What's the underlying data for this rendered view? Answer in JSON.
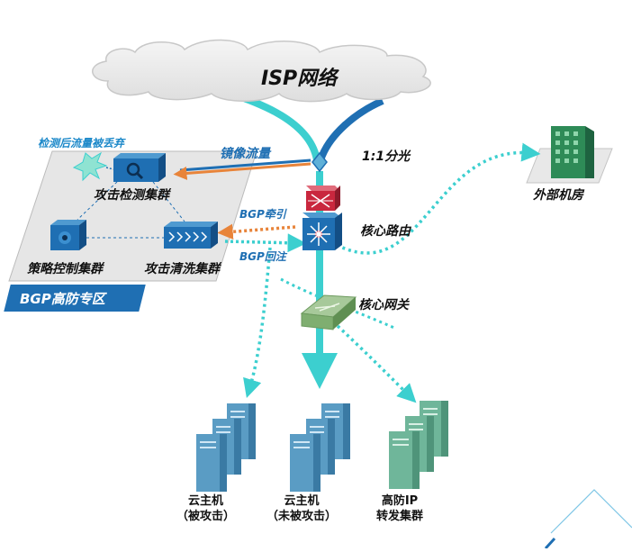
{
  "title": "ISP网络",
  "links": {
    "mirror": "镜像流量",
    "split": "1:1分光",
    "bgp_divert": "BGP牵引",
    "bgp_reinject": "BGP回注"
  },
  "zone": {
    "label": "BGP高防专区",
    "drop_note": "检测后流量被丢弃",
    "detection": "攻击检测集群",
    "policy": "策略控制集群",
    "cleaning": "攻击清洗集群"
  },
  "core": {
    "router": "核心路由",
    "gateway": "核心网关"
  },
  "external": "外部机房",
  "hosts": [
    {
      "label": "云主机\n（被攻击）"
    },
    {
      "label": "云主机\n（未被攻击）"
    },
    {
      "label": "高防IP\n转发集群"
    }
  ],
  "colors": {
    "teal": "#3ccfcf",
    "blue": "#1f6fb3",
    "orange": "#e8843a",
    "zone_bg": "#e6e6e6",
    "server_blue": "#5a9cc4",
    "server_green": "#6fb69a",
    "building": "#2e8b57"
  },
  "icons": [
    "cloud-icon",
    "firewall-icon",
    "router-icon",
    "switch-icon",
    "server-icon",
    "building-icon",
    "magnifier-icon",
    "explosion-icon"
  ]
}
